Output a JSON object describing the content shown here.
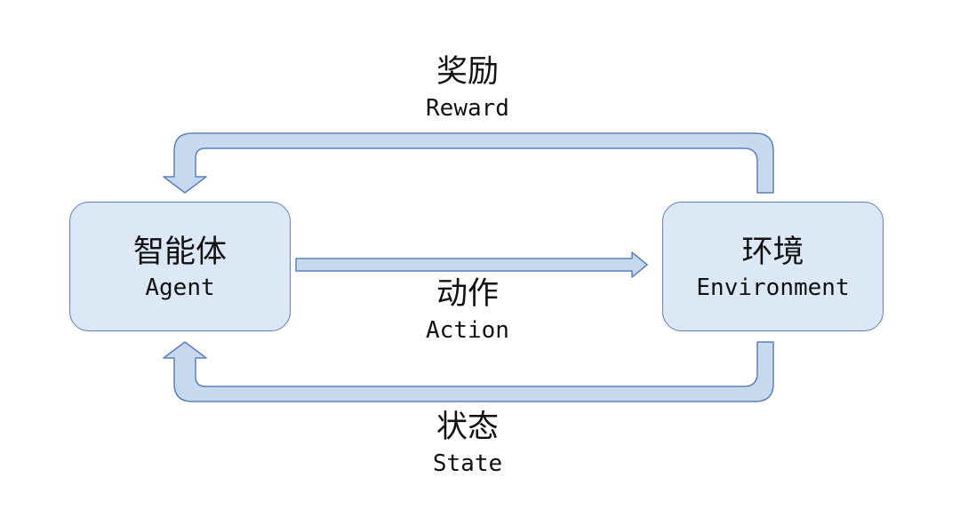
{
  "agent": {
    "zh": "智能体",
    "en": "Agent"
  },
  "environment": {
    "zh": "环境",
    "en": "Environment"
  },
  "reward": {
    "zh": "奖励",
    "en": "Reward"
  },
  "action": {
    "zh": "动作",
    "en": "Action"
  },
  "state": {
    "zh": "状态",
    "en": "State"
  },
  "colors": {
    "box_fill": "#dde8f6",
    "box_border": "#5b80b8",
    "arrow_fill": "#c7d9ef",
    "arrow_stroke": "#5b80b8",
    "text": "#111111"
  }
}
